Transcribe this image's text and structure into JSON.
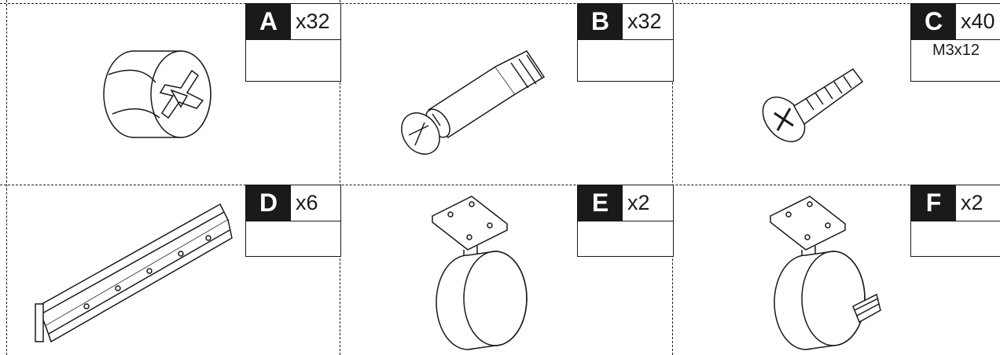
{
  "parts": [
    {
      "id": "A",
      "letter": "A",
      "qty": "x32",
      "spec": "",
      "icon": "cam-lock-icon"
    },
    {
      "id": "B",
      "letter": "B",
      "qty": "x32",
      "spec": "",
      "icon": "cam-bolt-icon"
    },
    {
      "id": "C",
      "letter": "C",
      "qty": "x40",
      "spec": "M3x12",
      "icon": "screw-icon"
    },
    {
      "id": "D",
      "letter": "D",
      "qty": "x6",
      "spec": "",
      "icon": "drawer-slide-icon"
    },
    {
      "id": "E",
      "letter": "E",
      "qty": "x2",
      "spec": "",
      "icon": "caster-wheel-icon"
    },
    {
      "id": "F",
      "letter": "F",
      "qty": "x2",
      "spec": "",
      "icon": "locking-caster-wheel-icon"
    }
  ]
}
